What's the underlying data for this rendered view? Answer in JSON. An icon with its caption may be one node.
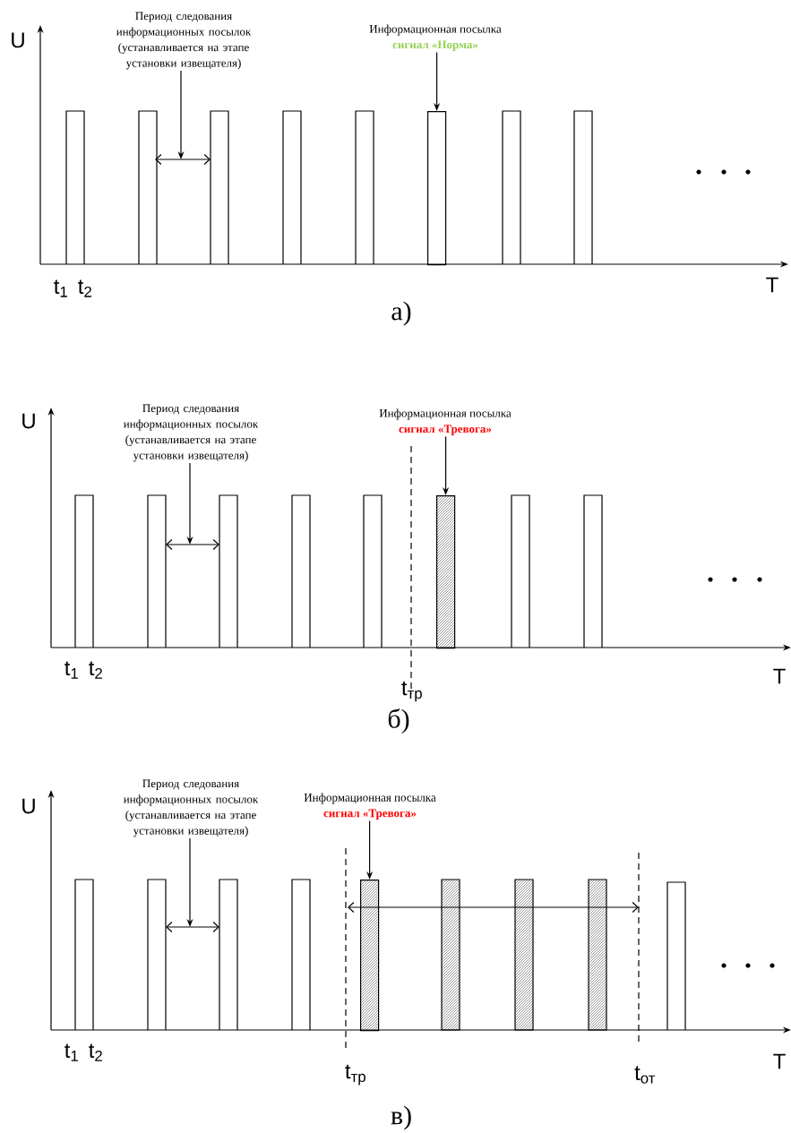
{
  "diagram": {
    "nodes": [
      {
        "text": [
          "Период следования информационных посылок (устанавливается на этапе установки извещателя)"
        ]
      },
      {
        "text": [
          "Информационная посылка",
          "сигнал «Норма»"
        ]
      },
      {
        "text": [],
        "shape": "bar"
      },
      {
        "text": [
          "Период следования информационных посылок (устанавливается на этапе установки извещателя)"
        ]
      },
      {
        "text": [
          "Информационная посылка",
          "сигнал «Тревога»"
        ]
      },
      {
        "text": [],
        "shape": "bar"
      },
      {
        "text": [
          "Период следования информационных посылок (устанавливается на этапе установки извещателя)"
        ]
      },
      {
        "text": [
          "Информационная посылка",
          "сигнал «Тревога»"
        ]
      },
      {
        "text": [],
        "shape": "bar"
      }
    ],
    "edges": [
      {
        "from": 0,
        "to": null,
        "arrow": "to"
      },
      {
        "from": 1,
        "to": 2,
        "arrow": "to"
      },
      {
        "from": 3,
        "to": null,
        "arrow": "to"
      },
      {
        "from": 4,
        "to": 5,
        "arrow": "to"
      },
      {
        "from": 6,
        "to": null,
        "arrow": "to"
      },
      {
        "from": 7,
        "to": 8,
        "arrow": "to"
      }
    ],
    "labels": [
      "U",
      "t$_{1}$",
      "t$_{2}$",
      "T",
      "а)",
      "U",
      "t$_{1}$",
      "t$_{2}$",
      "t$_{тр}$",
      "T",
      "б)",
      "U",
      "t$_{1}$",
      "t$_{2}$",
      "t$_{тр}$",
      "t$_{от}$",
      "T",
      "в)"
    ]
  }
}
